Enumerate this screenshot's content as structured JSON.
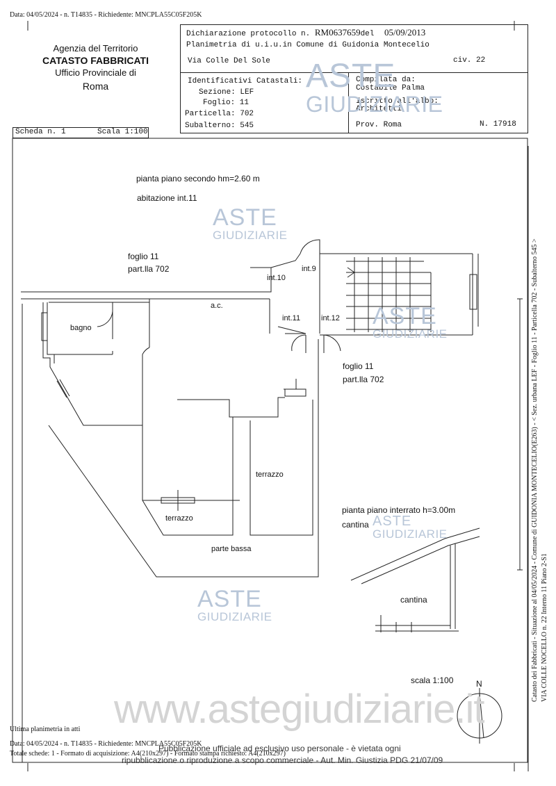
{
  "top_meta": "Data: 04/05/2024 - n. T14835 - Richiedente: MNCPLA55C05F205K",
  "agency": {
    "line1": "Agenzia del Territorio",
    "line2": "CATASTO FABBRICATI",
    "line3": "Ufficio Provinciale di",
    "line4": "Roma"
  },
  "declaration": {
    "label": "Dichiarazione protocollo n.",
    "protocol": "RM0637659",
    "del_label": "del",
    "date": "05/09/2013",
    "planimetry": "Planimetria di u.i.u.in Comune di Guidonia Montecelio",
    "street": "Via Colle Del Sole",
    "civ": "civ. 22"
  },
  "identifiers": {
    "title": "Identificativi Catastali:",
    "sezione": "Sezione: LEF",
    "foglio": "Foglio: 11",
    "particella": "Particella: 702",
    "subalterno": "Subalterno: 545"
  },
  "compiler": {
    "compilata": "Compilata da:",
    "name": "Costabile Palma",
    "iscritto": "Iscritto all'albo:",
    "albo": "Architetti",
    "prov": "Prov. Roma",
    "number": "N. 17918"
  },
  "scheda": {
    "scheda": "Scheda n. 1",
    "scala": "Scala 1:100"
  },
  "plan": {
    "title": "pianta piano secondo hm=2.60 m",
    "unit": "abitazione int.11",
    "foglio_a": "foglio 11",
    "particella_a": "part.lla 702",
    "foglio_b": "foglio 11",
    "particella_b": "part.lla 702",
    "int9": "int.9",
    "int10": "int.10",
    "int11": "int.11",
    "int12": "int.12",
    "ac": "a.c.",
    "bagno": "bagno",
    "terrazzo1": "terrazzo",
    "terrazzo2": "terrazzo",
    "parte_bassa": "parte bassa",
    "basement_title": "pianta piano interrato h=3.00m",
    "cantina_label": "cantina",
    "cantina_room": "cantina",
    "scala": "scala 1:100",
    "north": "N"
  },
  "side_text": {
    "line1": "Catasto dei Fabbricati - Situazione al 04/05/2024 - Comune di GUIDONIA MONTECELIO(E263) - < Sez. urbana LEF - Foglio 11 - Particella 702 - Subalterno 545 >",
    "line2": "VIA COLLE NOCELLO n. 22 Interno 11 Piano 2-S1"
  },
  "watermark": {
    "aste": "ASTE",
    "giudiziarie": "GIUDIZIARIE",
    "site": "www.astegiudiziarie.it"
  },
  "footer": {
    "ultima": "Ultima planimetria in atti",
    "meta": "Data: 04/05/2024 - n. T14835 - Richiedente: MNCPLA55C05F205K",
    "schede": "Totale schede: 1 - Formato di acquisizione: A4(210x297) - Formato stampa richiesto: A4(210x297)",
    "notice1": "Pubblicazione ufficiale ad esclusivo uso personale - è vietata ogni",
    "notice2": "ripubblicazione o riproduzione a scopo commerciale - Aut. Min. Giustizia PDG 21/07/09"
  }
}
